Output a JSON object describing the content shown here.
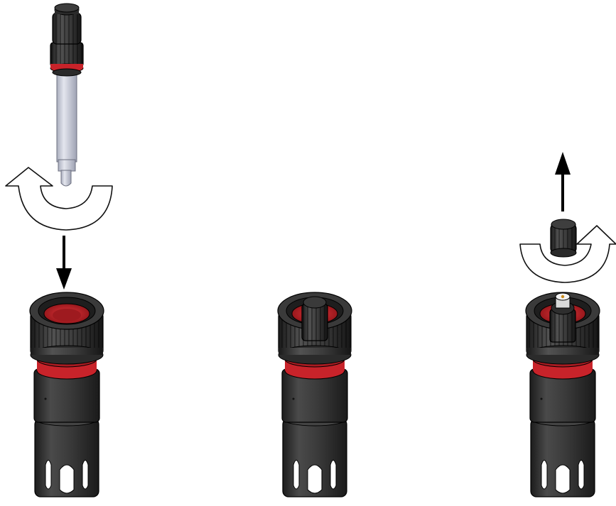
{
  "figure": {
    "steps": [
      {
        "name": "step-1-insert-electrode",
        "actions": [
          "rotate-arrow-icon",
          "arrow-down-icon"
        ]
      },
      {
        "name": "step-2-electrode-mounted",
        "actions": []
      },
      {
        "name": "step-3-remove-cap",
        "actions": [
          "rotate-arrow-icon",
          "arrow-up-icon"
        ]
      }
    ],
    "colors": {
      "body": "#3a3a3a",
      "body_dark": "#232323",
      "body_light": "#555555",
      "seal_red": "#c8232a",
      "seal_red_dark": "#8e1418",
      "electrode_glass": "#c9ccd8",
      "arrow_fill": "#ffffff",
      "arrow_stroke": "#111111"
    }
  }
}
